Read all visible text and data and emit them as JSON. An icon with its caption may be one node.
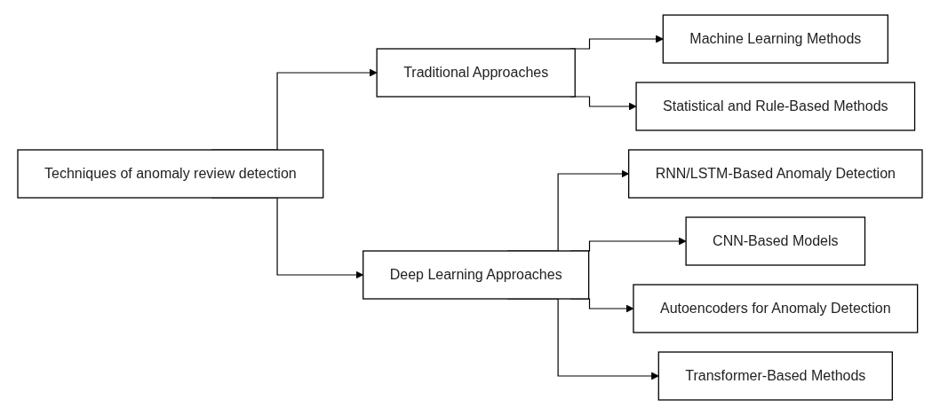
{
  "diagram": {
    "nodes": [
      {
        "text": [
          "Techniques of anomaly review detection"
        ]
      },
      {
        "text": [
          "Traditional Approaches"
        ]
      },
      {
        "text": [
          "Machine Learning Methods"
        ]
      },
      {
        "text": [
          "Statistical and Rule-Based Methods"
        ]
      },
      {
        "text": [
          "Deep Learning Approaches"
        ]
      },
      {
        "text": [
          "RNN/LSTM-Based Anomaly Detection"
        ]
      },
      {
        "text": [
          "CNN-Based Models"
        ]
      },
      {
        "text": [
          "Autoencoders for Anomaly Detection"
        ]
      },
      {
        "text": [
          "Transformer-Based Methods"
        ]
      }
    ],
    "edges": [
      {
        "from": 0,
        "to": 1,
        "arrow": "to"
      },
      {
        "from": 0,
        "to": 4,
        "arrow": "to"
      },
      {
        "from": 1,
        "to": 2,
        "arrow": "to"
      },
      {
        "from": 1,
        "to": 3,
        "arrow": "to"
      },
      {
        "from": 4,
        "to": 5,
        "arrow": "to"
      },
      {
        "from": 4,
        "to": 6,
        "arrow": "to"
      },
      {
        "from": 4,
        "to": 7,
        "arrow": "to"
      },
      {
        "from": 4,
        "to": 8,
        "arrow": "to"
      }
    ]
  }
}
